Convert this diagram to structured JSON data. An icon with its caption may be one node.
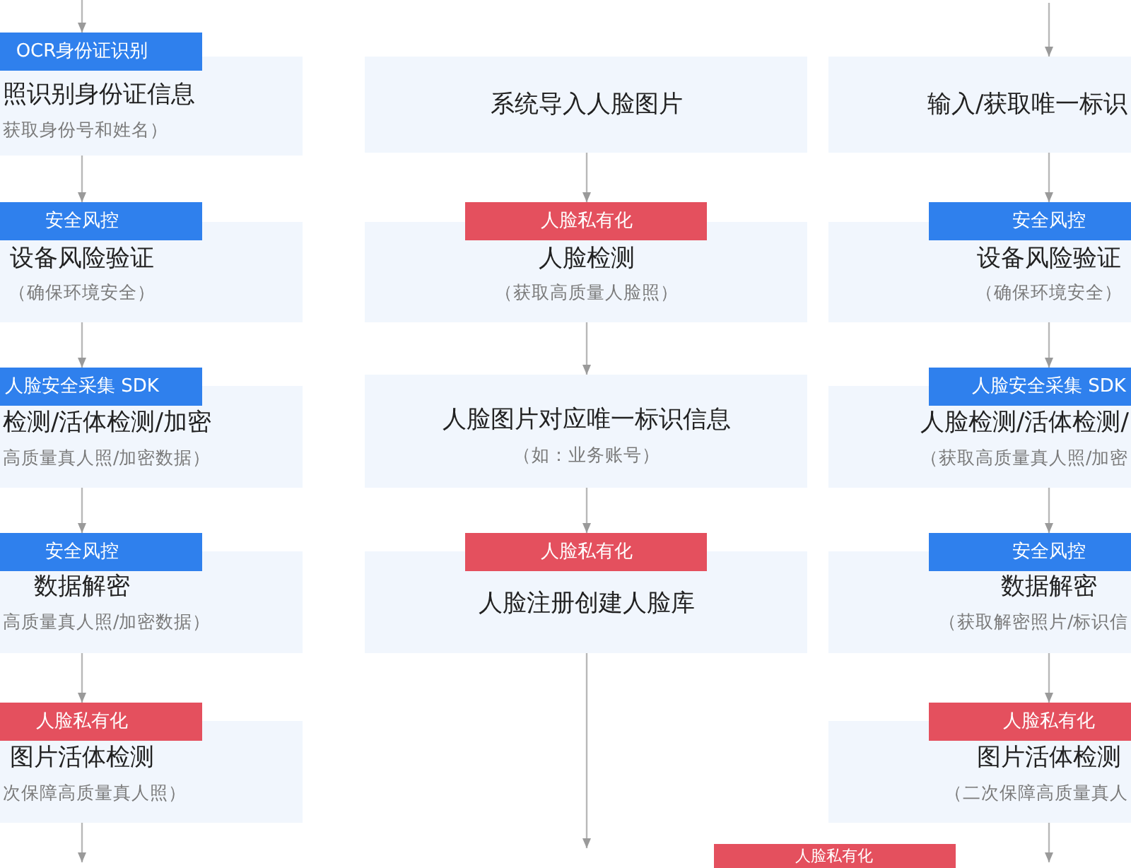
{
  "diagram": {
    "nodes": [
      {
        "text": [
          "OCR身份证识别"
        ]
      },
      {
        "text": [
          "照识别身份证信息",
          "获取身份号和姓名）"
        ]
      },
      {
        "text": [
          "系统导入人脸图片"
        ]
      },
      {
        "text": [
          "输入/获取唯一标识"
        ]
      },
      {
        "text": [
          "安全风控"
        ]
      },
      {
        "text": [
          "设备风险验证",
          "（确保环境安全）"
        ]
      },
      {
        "text": [
          "人脸私有化"
        ]
      },
      {
        "text": [
          "人脸检测",
          "（获取高质量人脸照）"
        ]
      },
      {
        "text": [
          "安全风控"
        ]
      },
      {
        "text": [
          "设备风险验证",
          "（确保环境安全）"
        ]
      },
      {
        "text": [
          "人脸安全采集 SDK"
        ]
      },
      {
        "text": [
          "检测/活体检测/加密",
          "高质量真人照/加密数据）"
        ]
      },
      {
        "text": [
          "人脸图片对应唯一标识信息",
          "（如：业务账号）"
        ]
      },
      {
        "text": [
          "人脸安全采集 SDK"
        ]
      },
      {
        "text": [
          "人脸检测/活体检测/",
          "（获取高质量真人照/加密"
        ]
      },
      {
        "text": [
          "安全风控"
        ]
      },
      {
        "text": [
          "数据解密",
          "高质量真人照/加密数据）"
        ]
      },
      {
        "text": [
          "人脸私有化"
        ]
      },
      {
        "text": [
          "人脸注册创建人脸库"
        ]
      },
      {
        "text": [
          "安全风控"
        ]
      },
      {
        "text": [
          "数据解密",
          "（获取解密照片/标识信"
        ]
      },
      {
        "text": [
          "人脸私有化"
        ]
      },
      {
        "text": [
          "图片活体检测",
          "次保障高质量真人照）"
        ]
      },
      {
        "text": [
          "人脸私有化"
        ]
      },
      {
        "text": [
          "图片活体检测",
          "（二次保障高质量真人"
        ]
      },
      {
        "text": [
          "人脸私有化"
        ]
      }
    ],
    "edges": [
      {
        "from": null,
        "to": 0,
        "arrow": "to"
      },
      {
        "from": 1,
        "to": 4,
        "arrow": "to"
      },
      {
        "from": 5,
        "to": 10,
        "arrow": "to"
      },
      {
        "from": 11,
        "to": 15,
        "arrow": "to"
      },
      {
        "from": 16,
        "to": 21,
        "arrow": "to"
      },
      {
        "from": 22,
        "to": null,
        "arrow": "to"
      },
      {
        "from": 2,
        "to": 6,
        "arrow": "to"
      },
      {
        "from": 7,
        "to": 12,
        "arrow": "to"
      },
      {
        "from": 12,
        "to": 17,
        "arrow": "to"
      },
      {
        "from": 18,
        "to": null,
        "arrow": "to"
      },
      {
        "from": null,
        "to": 3,
        "arrow": "to"
      },
      {
        "from": 3,
        "to": 8,
        "arrow": "to"
      },
      {
        "from": 9,
        "to": 13,
        "arrow": "to"
      },
      {
        "from": 14,
        "to": 19,
        "arrow": "to"
      },
      {
        "from": 20,
        "to": 23,
        "arrow": "to"
      },
      {
        "from": 24,
        "to": null,
        "arrow": "to"
      }
    ]
  }
}
